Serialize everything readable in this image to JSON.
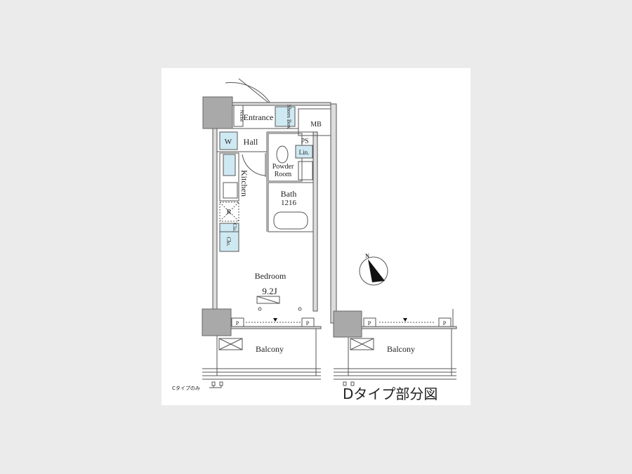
{
  "title": "Dタイプ部分図",
  "note": "Cタイプのみ",
  "compass": "N",
  "colors": {
    "fixture_blue": "#cfe9f3",
    "column_grey": "#a9a9a9",
    "background": "#ebebeb"
  },
  "rooms": {
    "entrance": "Entrance",
    "niche": "Niche",
    "shoes_box": "Shoes Box",
    "mb": "MB",
    "w": "W",
    "hall": "Hall",
    "ps": "PS",
    "lin": "Lin.",
    "powder_line1": "Powder",
    "powder_line2": "Room",
    "kitchen": "Kitchen",
    "bath": "Bath",
    "bath_size": "1216",
    "r": "R",
    "clo1": "Clo.",
    "clo2": "Clo.",
    "bedroom": "Bedroom",
    "bedroom_size": "9.2J",
    "p": "P",
    "balcony": "Balcony"
  },
  "d_type": {
    "balcony": "Balcony",
    "p": "P"
  }
}
